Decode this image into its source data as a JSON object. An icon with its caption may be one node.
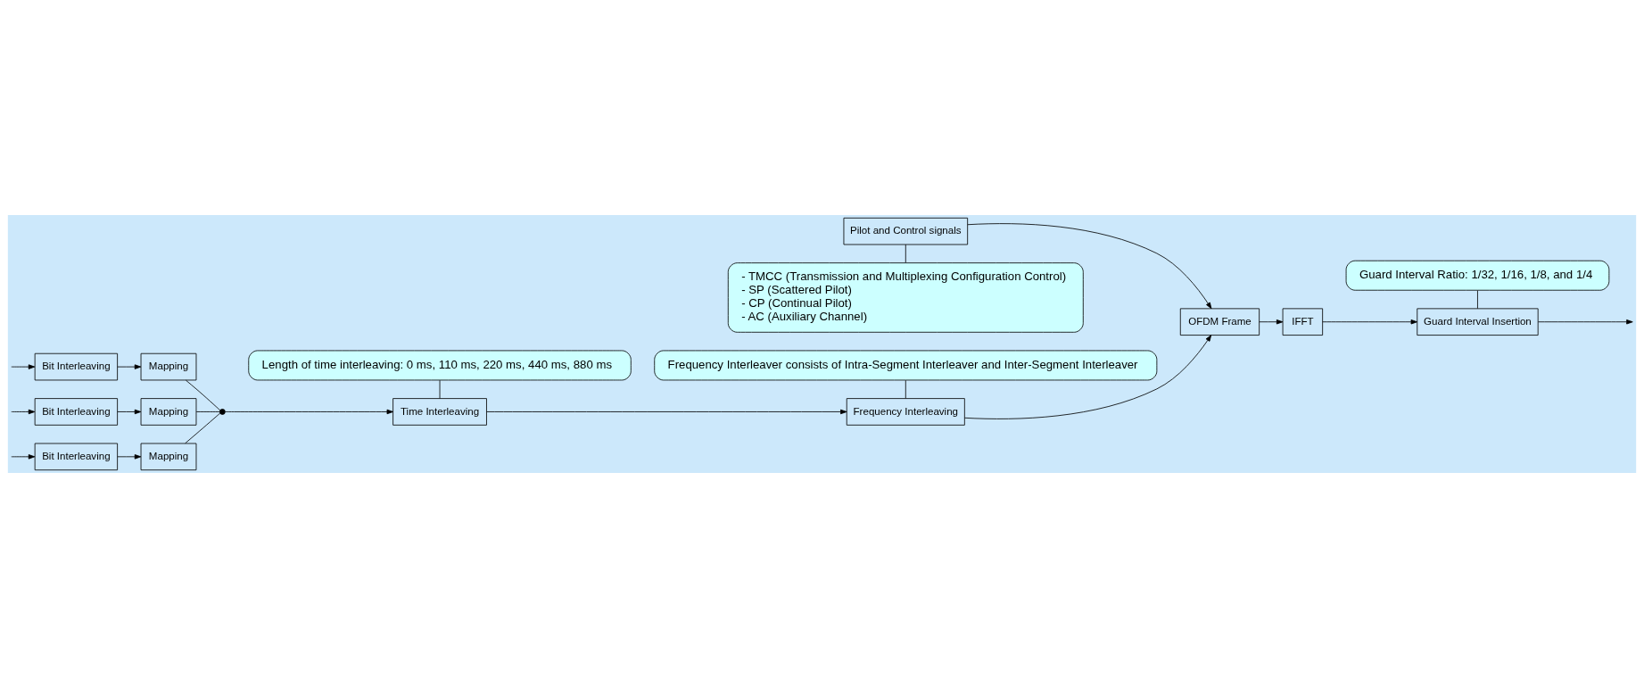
{
  "diagram": {
    "nodes": [
      {
        "text": [
          "Bit Interleaving"
        ]
      },
      {
        "text": [
          "Mapping"
        ]
      },
      {
        "text": [
          "Bit Interleaving"
        ]
      },
      {
        "text": [
          "Mapping"
        ]
      },
      {
        "text": [
          "Bit Interleaving"
        ]
      },
      {
        "text": [
          "Mapping"
        ]
      },
      {
        "text": [],
        "shape": "circle"
      },
      {
        "text": [
          "Time Interleaving"
        ]
      },
      {
        "text": [
          "Frequency Interleaving"
        ]
      },
      {
        "text": [
          "Pilot and Control signals"
        ]
      },
      {
        "text": [
          "OFDM Frame"
        ]
      },
      {
        "text": [
          "IFFT"
        ]
      },
      {
        "text": [
          "Guard Interval Insertion"
        ]
      },
      {
        "text": [
          "Length of time interleaving: 0 ms, 110 ms, 220 ms, 440 ms, 880 ms"
        ]
      },
      {
        "text": [
          "- TMCC (Transmission and Multiplexing Configuration Control)",
          "- SP (Scattered Pilot)",
          "- CP (Continual Pilot)",
          "- AC (Auxiliary Channel)"
        ]
      },
      {
        "text": [
          "Frequency Interleaver consists of Intra-Segment Interleaver and Inter-Segment Interleaver"
        ]
      },
      {
        "text": [
          "Guard Interval Ratio: 1/32, 1/16, 1/8, and 1/4"
        ]
      }
    ],
    "edges": [
      {
        "from": null,
        "to": 0,
        "arrow": "to"
      },
      {
        "from": null,
        "to": 2,
        "arrow": "to"
      },
      {
        "from": null,
        "to": 4,
        "arrow": "to"
      },
      {
        "from": 0,
        "to": 1,
        "arrow": "to"
      },
      {
        "from": 2,
        "to": 3,
        "arrow": "to"
      },
      {
        "from": 4,
        "to": 5,
        "arrow": "to"
      },
      {
        "from": 1,
        "to": 6,
        "arrow": "none"
      },
      {
        "from": 3,
        "to": 6,
        "arrow": "none"
      },
      {
        "from": 5,
        "to": 6,
        "arrow": "none"
      },
      {
        "from": 6,
        "to": 7,
        "arrow": "to"
      },
      {
        "from": 7,
        "to": 8,
        "arrow": "to"
      },
      {
        "from": 8,
        "to": 10,
        "arrow": "to"
      },
      {
        "from": 9,
        "to": 10,
        "arrow": "to"
      },
      {
        "from": 10,
        "to": 11,
        "arrow": "to"
      },
      {
        "from": 11,
        "to": 12,
        "arrow": "to"
      },
      {
        "from": 12,
        "to": null,
        "arrow": "to"
      },
      {
        "from": 13,
        "to": 7,
        "arrow": "none"
      },
      {
        "from": 14,
        "to": 9,
        "arrow": "none"
      },
      {
        "from": 15,
        "to": 8,
        "arrow": "none"
      },
      {
        "from": 16,
        "to": 12,
        "arrow": "none"
      }
    ]
  }
}
